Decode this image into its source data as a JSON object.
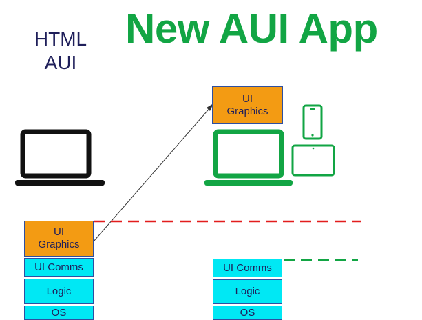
{
  "header": {
    "left_label_line1": "HTML",
    "left_label_line2": "AUI",
    "title": "New AUI App"
  },
  "left_stack": {
    "ui_graphics_line1": "UI",
    "ui_graphics_line2": "Graphics",
    "ui_comms": "UI Comms",
    "logic": "Logic",
    "os": "OS"
  },
  "right_stack": {
    "ui_comms": "UI Comms",
    "logic": "Logic",
    "os": "OS"
  },
  "cloud_block": {
    "line1": "UI",
    "line2": "Graphics"
  },
  "colors": {
    "title_green": "#12a544",
    "device_green": "#12a544",
    "orange_block": "#f39b13",
    "cyan_block": "#00e8f4",
    "red_dashed": "#e21d1d",
    "green_dashed": "#12a544",
    "laptop_black": "#111111"
  },
  "icons": [
    "laptop-icon",
    "green-laptop-icon",
    "phone-icon",
    "tablet-icon"
  ]
}
